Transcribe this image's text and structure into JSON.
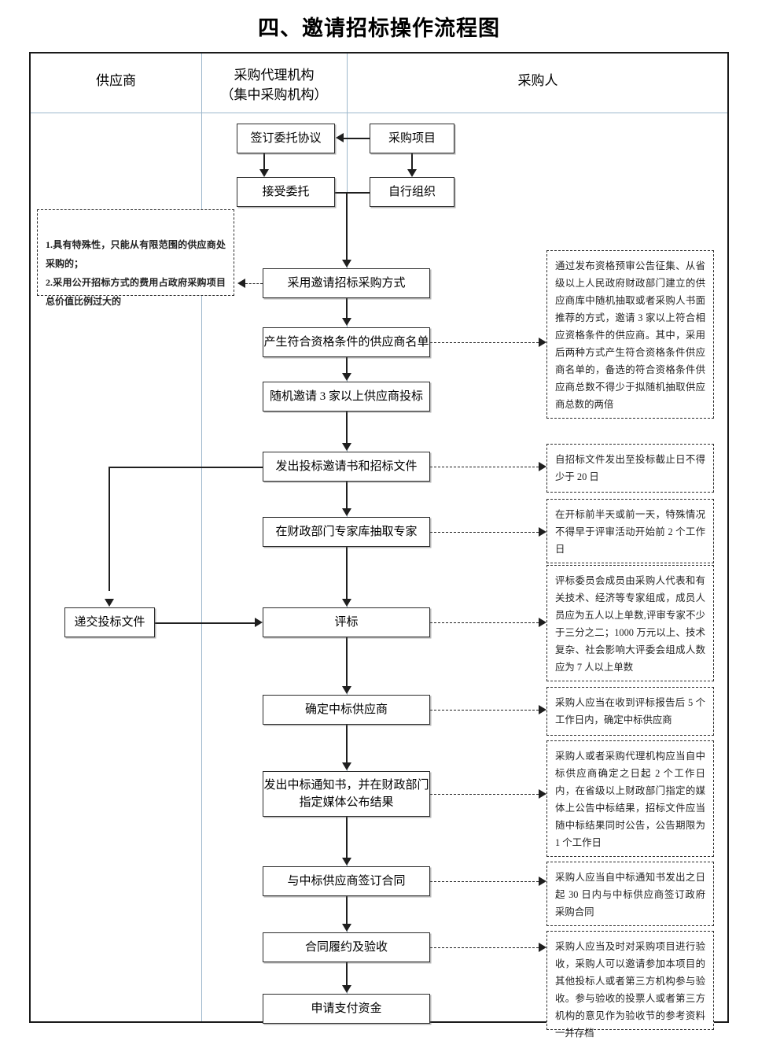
{
  "title": "四、邀请招标操作流程图",
  "lanes": [
    {
      "id": "supplier",
      "label": "供应商",
      "sub": ""
    },
    {
      "id": "agency",
      "label": "采购代理机构",
      "sub": "（集中采购机构）"
    },
    {
      "id": "purchaser",
      "label": "采购人",
      "sub": ""
    }
  ],
  "nodes": [
    {
      "id": "sign-entrust-agreement",
      "label": "签订委托协议"
    },
    {
      "id": "procurement-project",
      "label": "采购项目"
    },
    {
      "id": "accept-entrust",
      "label": "接受委托"
    },
    {
      "id": "self-organize",
      "label": "自行组织"
    },
    {
      "id": "adopt-invited-bidding",
      "label": "采用邀请招标采购方式"
    },
    {
      "id": "generate-qualified-supplier-list",
      "label": "产生符合资格条件的供应商名单"
    },
    {
      "id": "randomly-invite-three-suppliers",
      "label": "随机邀请 3 家以上供应商投标"
    },
    {
      "id": "issue-invitation-and-documents",
      "label": "发出投标邀请书和招标文件"
    },
    {
      "id": "draw-experts",
      "label": "在财政部门专家库抽取专家"
    },
    {
      "id": "submit-bid-documents",
      "label": "递交投标文件"
    },
    {
      "id": "bid-evaluation",
      "label": "评标"
    },
    {
      "id": "determine-winning-supplier",
      "label": "确定中标供应商"
    },
    {
      "id": "issue-award-notice",
      "label": "发出中标通知书，并在财政部门\n指定媒体公布结果"
    },
    {
      "id": "sign-contract",
      "label": "与中标供应商签订合同"
    },
    {
      "id": "contract-performance-acceptance",
      "label": "合同履约及验收"
    },
    {
      "id": "apply-payment",
      "label": "申请支付资金"
    }
  ],
  "notes": [
    {
      "id": "note-invited-bidding-conditions",
      "text": "1.具有特殊性，只能从有限范围的供应商处采购的；\n2.采用公开招标方式的费用占政府采购项目总价值比例过大的"
    },
    {
      "id": "note-supplier-list-generation",
      "text": "通过发布资格预审公告征集、从省级以上人民政府财政部门建立的供应商库中随机抽取或者采购人书面推荐的方式，邀请 3 家以上符合相应资格条件的供应商。其中，采用后两种方式产生符合资格条件供应商名单的，备选的符合资格条件供应商总数不得少于拟随机抽取供应商总数的两倍"
    },
    {
      "id": "note-bid-deadline",
      "text": "自招标文件发出至投标截止日不得少于 20 日"
    },
    {
      "id": "note-expert-draw-time",
      "text": "在开标前半天或前一天，特殊情况不得早于评审活动开始前 2 个工作日"
    },
    {
      "id": "note-evaluation-committee",
      "text": "评标委员会成员由采购人代表和有关技术、经济等专家组成，成员人员应为五人以上单数,评审专家不少于三分之二；1000 万元以上、技术复杂、社会影响大评委会组成人数应为 7 人以上单数"
    },
    {
      "id": "note-determine-winner-time",
      "text": "采购人应当在收到评标报告后 5 个工作日内，确定中标供应商"
    },
    {
      "id": "note-announce-result",
      "text": "采购人或者采购代理机构应当自中标供应商确定之日起 2 个工作日内，在省级以上财政部门指定的媒体上公告中标结果，招标文件应当随中标结果同时公告，公告期限为 1 个工作日"
    },
    {
      "id": "note-contract-signing-time",
      "text": "采购人应当自中标通知书发出之日起 30 日内与中标供应商签订政府采购合同"
    },
    {
      "id": "note-acceptance",
      "text": "采购人应当及时对采购项目进行验收，采购人可以邀请参加本项目的其他投标人或者第三方机构参与验收。参与验收的投票人或者第三方机构的意见作为验收节的参考资料一并存档"
    }
  ],
  "colors": {
    "frame_border": "#1a1a1a",
    "lane_divider": "#9db7cc",
    "node_border": "#2b2b2b",
    "connector": "#1f1f1f",
    "background": "#ffffff"
  }
}
